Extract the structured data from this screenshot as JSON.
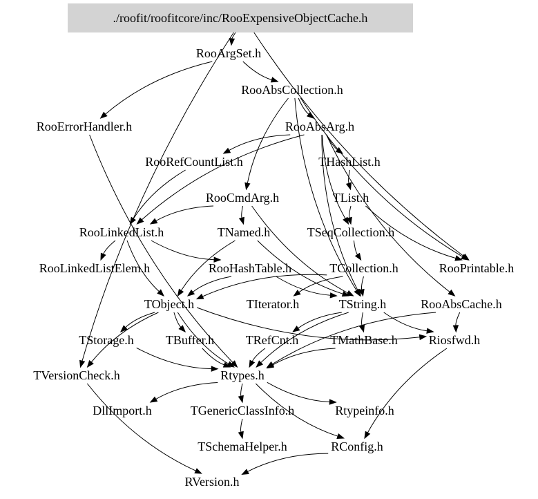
{
  "diagram": {
    "root": "./roofit/roofitcore/inc/RooExpensiveObjectCache.h",
    "nodes": [
      {
        "id": "root",
        "label": "./roofit/roofitcore/inc/RooExpensiveObjectCache.h",
        "highlighted": true
      },
      {
        "id": "RooArgSet",
        "label": "RooArgSet.h"
      },
      {
        "id": "RooAbsCollection",
        "label": "RooAbsCollection.h"
      },
      {
        "id": "RooErrorHandler",
        "label": "RooErrorHandler.h"
      },
      {
        "id": "RooAbsArg",
        "label": "RooAbsArg.h"
      },
      {
        "id": "RooRefCountList",
        "label": "RooRefCountList.h"
      },
      {
        "id": "THashList",
        "label": "THashList.h"
      },
      {
        "id": "RooCmdArg",
        "label": "RooCmdArg.h"
      },
      {
        "id": "TList",
        "label": "TList.h"
      },
      {
        "id": "RooLinkedList",
        "label": "RooLinkedList.h"
      },
      {
        "id": "TNamed",
        "label": "TNamed.h"
      },
      {
        "id": "TSeqCollection",
        "label": "TSeqCollection.h"
      },
      {
        "id": "RooLinkedListElem",
        "label": "RooLinkedListElem.h"
      },
      {
        "id": "RooHashTable",
        "label": "RooHashTable.h"
      },
      {
        "id": "TCollection",
        "label": "TCollection.h"
      },
      {
        "id": "RooPrintable",
        "label": "RooPrintable.h"
      },
      {
        "id": "TObject",
        "label": "TObject.h"
      },
      {
        "id": "TIterator",
        "label": "TIterator.h"
      },
      {
        "id": "TString",
        "label": "TString.h"
      },
      {
        "id": "RooAbsCache",
        "label": "RooAbsCache.h"
      },
      {
        "id": "TStorage",
        "label": "TStorage.h"
      },
      {
        "id": "TBuffer",
        "label": "TBuffer.h"
      },
      {
        "id": "TRefCnt",
        "label": "TRefCnt.h"
      },
      {
        "id": "TMathBase",
        "label": "TMathBase.h"
      },
      {
        "id": "Riosfwd",
        "label": "Riosfwd.h"
      },
      {
        "id": "TVersionCheck",
        "label": "TVersionCheck.h"
      },
      {
        "id": "Rtypes",
        "label": "Rtypes.h"
      },
      {
        "id": "DllImport",
        "label": "DllImport.h"
      },
      {
        "id": "TGenericClassInfo",
        "label": "TGenericClassInfo.h"
      },
      {
        "id": "Rtypeinfo",
        "label": "Rtypeinfo.h"
      },
      {
        "id": "TSchemaHelper",
        "label": "TSchemaHelper.h"
      },
      {
        "id": "RConfig",
        "label": "RConfig.h"
      },
      {
        "id": "RVersion",
        "label": "RVersion.h"
      }
    ],
    "edges": [
      [
        "root",
        "RooArgSet"
      ],
      [
        "root",
        "RooPrintable"
      ],
      [
        "root",
        "TVersionCheck"
      ],
      [
        "RooArgSet",
        "RooAbsCollection"
      ],
      [
        "RooArgSet",
        "RooErrorHandler"
      ],
      [
        "RooAbsCollection",
        "RooAbsArg"
      ],
      [
        "RooAbsCollection",
        "RooCmdArg"
      ],
      [
        "RooAbsCollection",
        "TString"
      ],
      [
        "RooAbsCollection",
        "RooPrintable"
      ],
      [
        "RooAbsArg",
        "RooRefCountList"
      ],
      [
        "RooAbsArg",
        "THashList"
      ],
      [
        "RooAbsArg",
        "TSeqCollection"
      ],
      [
        "RooAbsArg",
        "RooLinkedList"
      ],
      [
        "RooAbsArg",
        "RooAbsCache"
      ],
      [
        "RooAbsArg",
        "TString"
      ],
      [
        "RooErrorHandler",
        "Rtypes"
      ],
      [
        "RooRefCountList",
        "RooLinkedList"
      ],
      [
        "THashList",
        "TList"
      ],
      [
        "TList",
        "TSeqCollection"
      ],
      [
        "TList",
        "RooPrintable"
      ],
      [
        "RooCmdArg",
        "TNamed"
      ],
      [
        "RooCmdArg",
        "RooLinkedList"
      ],
      [
        "RooCmdArg",
        "TString"
      ],
      [
        "RooLinkedList",
        "RooLinkedListElem"
      ],
      [
        "RooLinkedList",
        "RooHashTable"
      ],
      [
        "RooLinkedList",
        "TObject"
      ],
      [
        "TNamed",
        "TObject"
      ],
      [
        "TNamed",
        "TString"
      ],
      [
        "TSeqCollection",
        "TCollection"
      ],
      [
        "RooHashTable",
        "TObject"
      ],
      [
        "RooHashTable",
        "TString"
      ],
      [
        "TCollection",
        "TObject"
      ],
      [
        "TCollection",
        "TIterator"
      ],
      [
        "TCollection",
        "TString"
      ],
      [
        "TObject",
        "TStorage"
      ],
      [
        "TObject",
        "TBuffer"
      ],
      [
        "TObject",
        "Riosfwd"
      ],
      [
        "TObject",
        "TVersionCheck"
      ],
      [
        "TObject",
        "Rtypes"
      ],
      [
        "TString",
        "TRefCnt"
      ],
      [
        "TString",
        "TMathBase"
      ],
      [
        "TString",
        "Riosfwd"
      ],
      [
        "TString",
        "Rtypes"
      ],
      [
        "RooAbsCache",
        "Riosfwd"
      ],
      [
        "RooAbsCache",
        "Rtypes"
      ],
      [
        "TStorage",
        "Rtypes"
      ],
      [
        "TBuffer",
        "Rtypes"
      ],
      [
        "TRefCnt",
        "Rtypes"
      ],
      [
        "TMathBase",
        "Rtypes"
      ],
      [
        "Riosfwd",
        "RConfig"
      ],
      [
        "TVersionCheck",
        "RVersion"
      ],
      [
        "Rtypes",
        "DllImport"
      ],
      [
        "Rtypes",
        "TGenericClassInfo"
      ],
      [
        "Rtypes",
        "Rtypeinfo"
      ],
      [
        "Rtypes",
        "RConfig"
      ],
      [
        "TGenericClassInfo",
        "TSchemaHelper"
      ],
      [
        "RConfig",
        "RVersion"
      ]
    ]
  }
}
